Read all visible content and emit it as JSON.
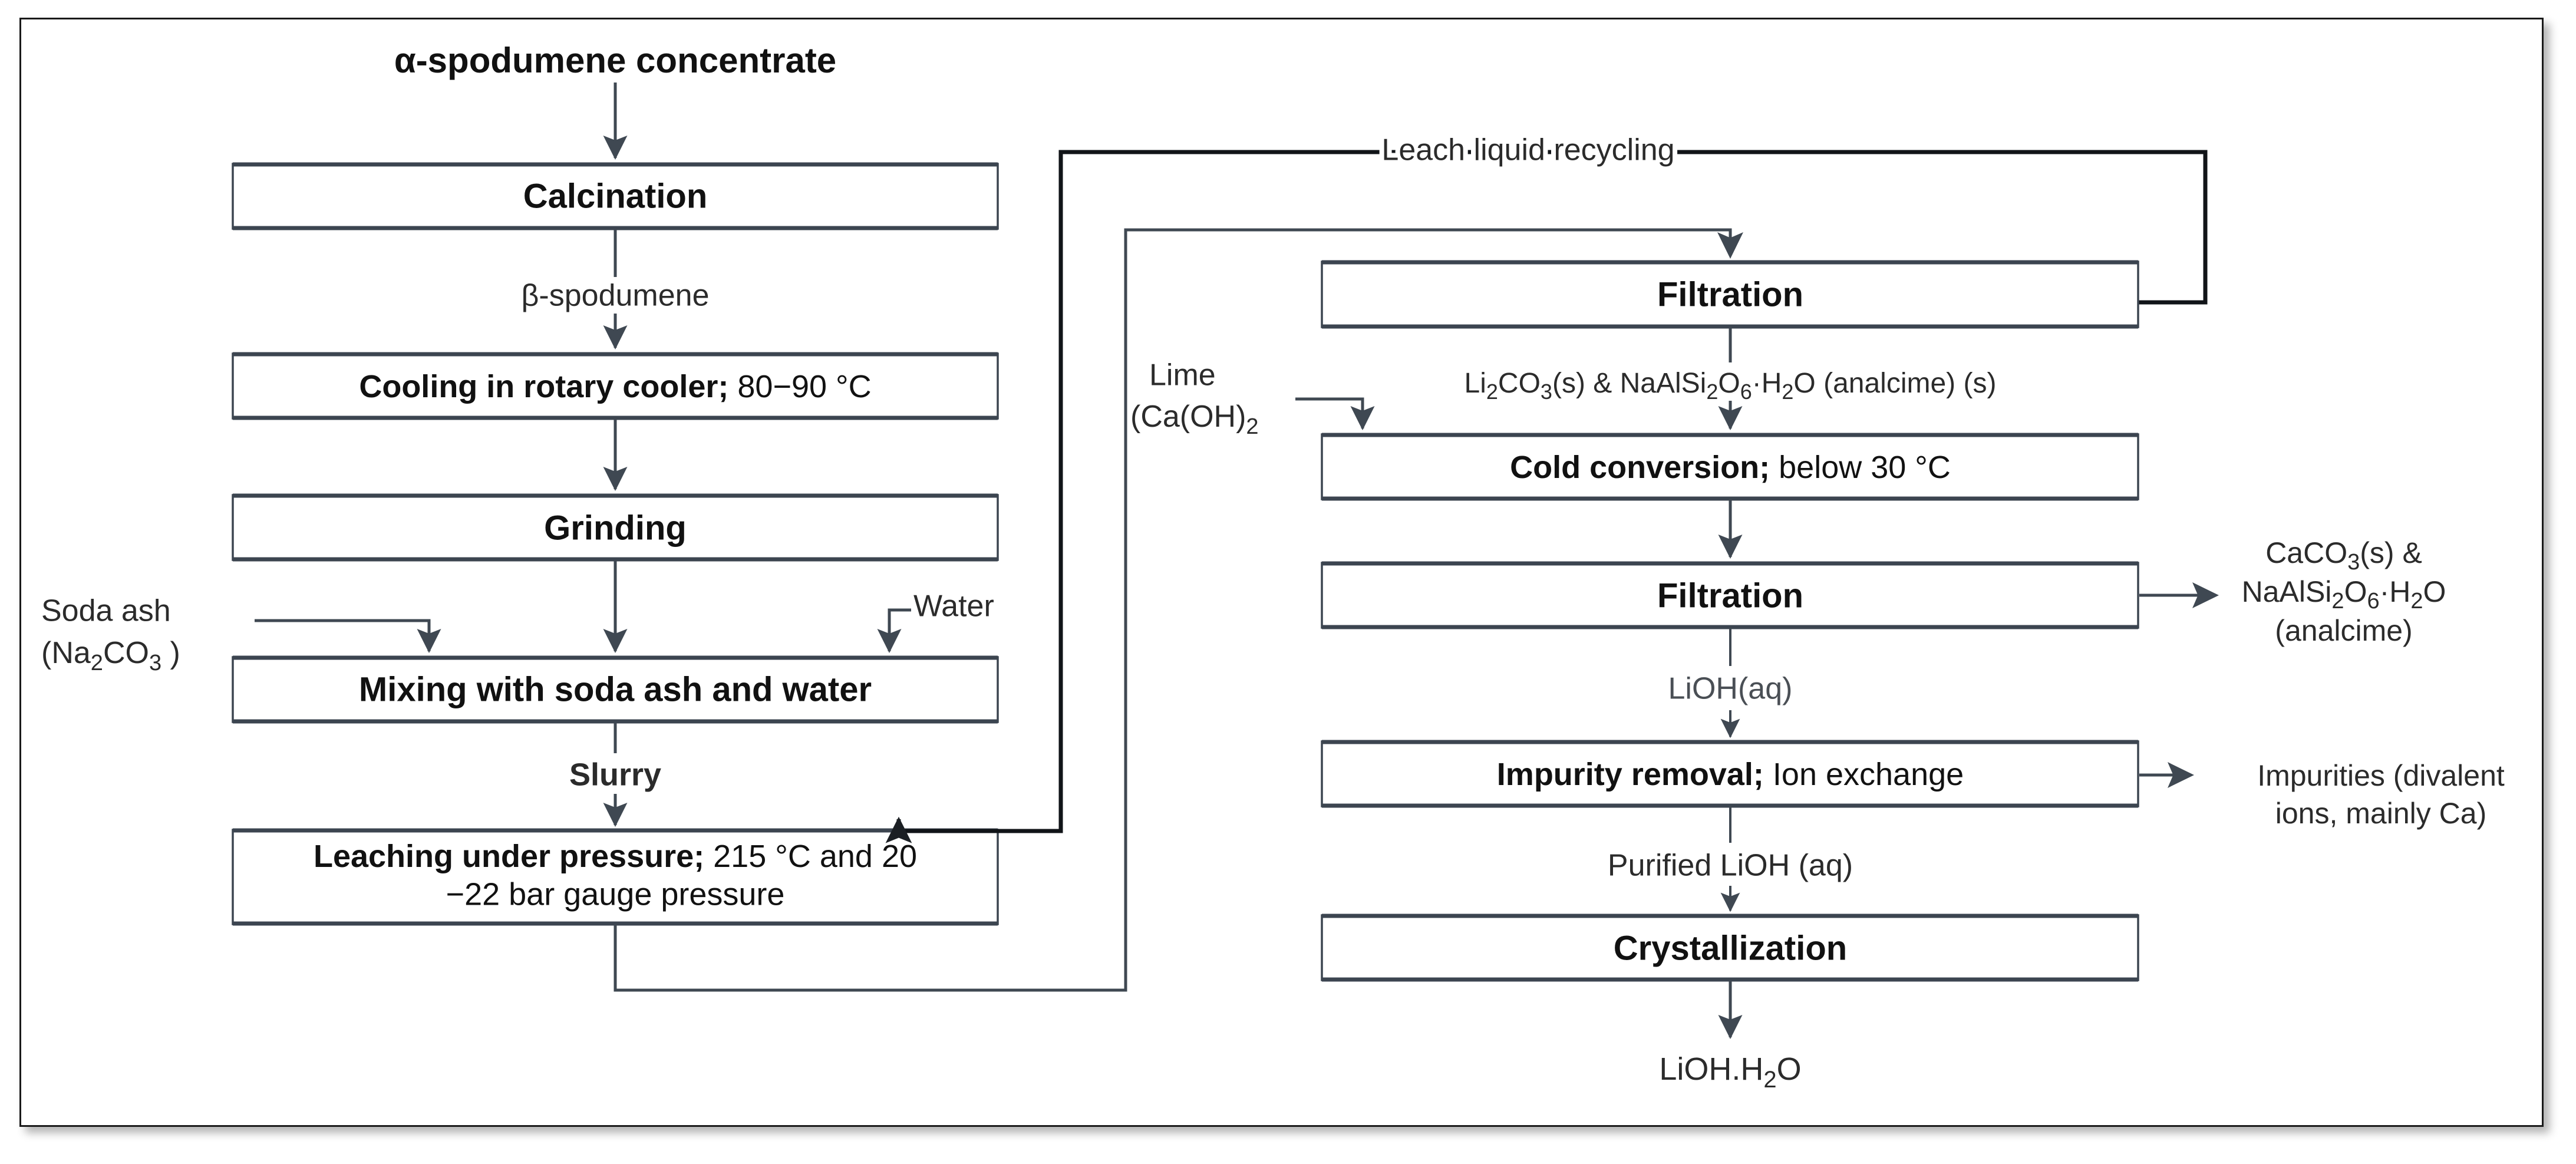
{
  "diagram": {
    "title": "Lithium hydroxide production from alpha-spodumene concentrate process flow diagram",
    "feed": "α-spodumene concentrate",
    "left_column": {
      "calcination": {
        "label": "Calcination"
      },
      "beta": "β-spodumene",
      "cooling": {
        "label_bold": "Cooling in rotary cooler;",
        "label_plain": " 80−90 °C"
      },
      "grinding": {
        "label": "Grinding"
      },
      "mixing": {
        "label": "Mixing with soda ash and water"
      },
      "slurry": "Slurry",
      "leaching": {
        "line1_bold": "Leaching under pressure;",
        "line1_plain": "  215 °C and 20",
        "line2": "−22 bar gauge pressure"
      },
      "soda_ash": {
        "line1": "Soda ash",
        "line2_pre": "(Na",
        "line2_sub1": "2",
        "line2_mid": "CO",
        "line2_sub2": "3",
        "line2_post": " )"
      },
      "water": "Water"
    },
    "right_column": {
      "recycle_label": "Leach liquid recycling",
      "filtration_1": {
        "label": "Filtration"
      },
      "solids_label": {
        "pre": "Li",
        "sub1": "2",
        "mid1": "CO",
        "sub2": "3",
        "mid2": "(s) & NaAlSi",
        "sub3": "2",
        "mid3": "O",
        "sub4": "6",
        "mid4": "·H",
        "sub5": "2",
        "post": "O (analcime) (s)"
      },
      "lime": {
        "line1": "Lime",
        "line2_pre": "(Ca(OH)",
        "line2_sub": "2"
      },
      "cold_conversion": {
        "label_bold": "Cold conversion;",
        "label_plain": " below 30 °C"
      },
      "filtration_2": {
        "label": "Filtration"
      },
      "caco3_out": {
        "line1_pre": "CaCO",
        "line1_sub": "3",
        "line1_post": "(s) &",
        "line2_pre": "NaAlSi",
        "line2_sub1": "2",
        "line2_mid1": "O",
        "line2_sub2": "6",
        "line2_mid2": "·H",
        "line2_sub3": "2",
        "line2_post": "O",
        "line3": "(analcime)"
      },
      "lioh_aq": "LiOH(aq)",
      "impurity_removal": {
        "label_bold": "Impurity removal;",
        "label_plain": " Ion exchange"
      },
      "impurities_out": {
        "line1": "Impurities (divalent",
        "line2": "ions, mainly Ca)"
      },
      "purified": "Purified LiOH (aq)",
      "crystallization": {
        "label": "Crystallization"
      },
      "product": {
        "pre": "LiOH.H",
        "sub": "2",
        "post": "O"
      }
    },
    "colors": {
      "box_stroke": "#3c4550",
      "line": "#3f4852",
      "line_thick": "#111418",
      "text": "#111111",
      "background": "#ffffff",
      "frame": "#1a1a1a"
    }
  }
}
